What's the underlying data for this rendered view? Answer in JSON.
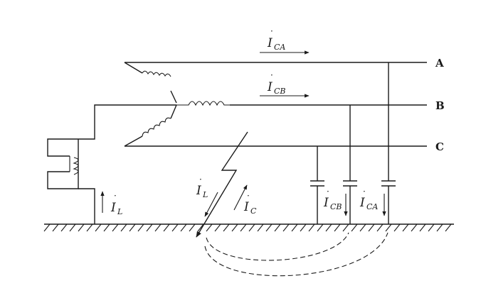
{
  "phases": {
    "a": "A",
    "b": "B",
    "c": "C"
  },
  "currents": {
    "ica_top": {
      "symbol": "I",
      "sub": "CA"
    },
    "icb_top": {
      "symbol": "I",
      "sub": "CB"
    },
    "il_coil": {
      "symbol": "I",
      "sub": "L"
    },
    "il_fault": {
      "symbol": "I",
      "sub": "L"
    },
    "ic_fault": {
      "symbol": "I",
      "sub": "C"
    },
    "icb_bottom": {
      "symbol": "I",
      "sub": "CB"
    },
    "ica_bottom": {
      "symbol": "I",
      "sub": "CA"
    }
  }
}
